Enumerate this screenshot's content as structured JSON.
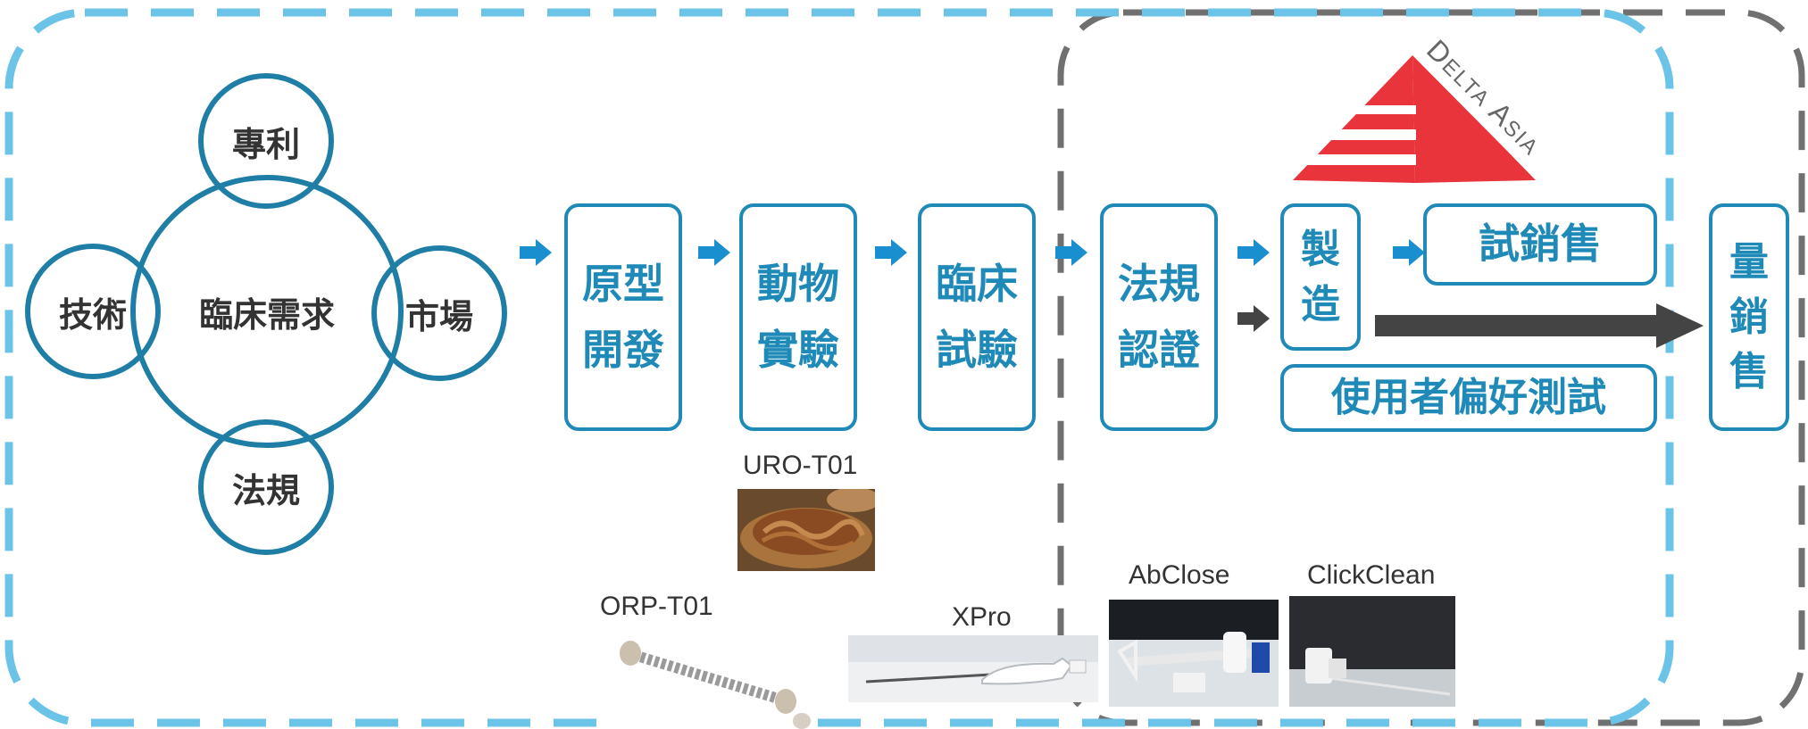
{
  "colors": {
    "teal": "#1F8AB8",
    "light_blue_dash": "#6BC4E8",
    "gray_dash": "#707070",
    "arrow_blue": "#1A8FD0",
    "arrow_dark": "#444444",
    "logo_red": "#E8343A"
  },
  "cluster": {
    "center": "臨床需求",
    "top": "專利",
    "left": "技術",
    "right": "市場",
    "bottom": "法規"
  },
  "steps": {
    "prototype": "原型\n開發",
    "animal": "動物\n實驗",
    "clinical": "臨床\n試驗",
    "regulatory": "法規\n認證",
    "manufacturing": "製\n造",
    "trial_sales": "試銷售",
    "user_testing": "使用者偏好測試",
    "mass_sales": "量\n銷\n售"
  },
  "logo": {
    "text": "DELTA ASIA",
    "icon": "delta-asia-logo"
  },
  "products": {
    "uro": "URO-T01",
    "orp": "ORP-T01",
    "xpro": "XPro",
    "abclose": "AbClose",
    "clickclean": "ClickClean"
  }
}
